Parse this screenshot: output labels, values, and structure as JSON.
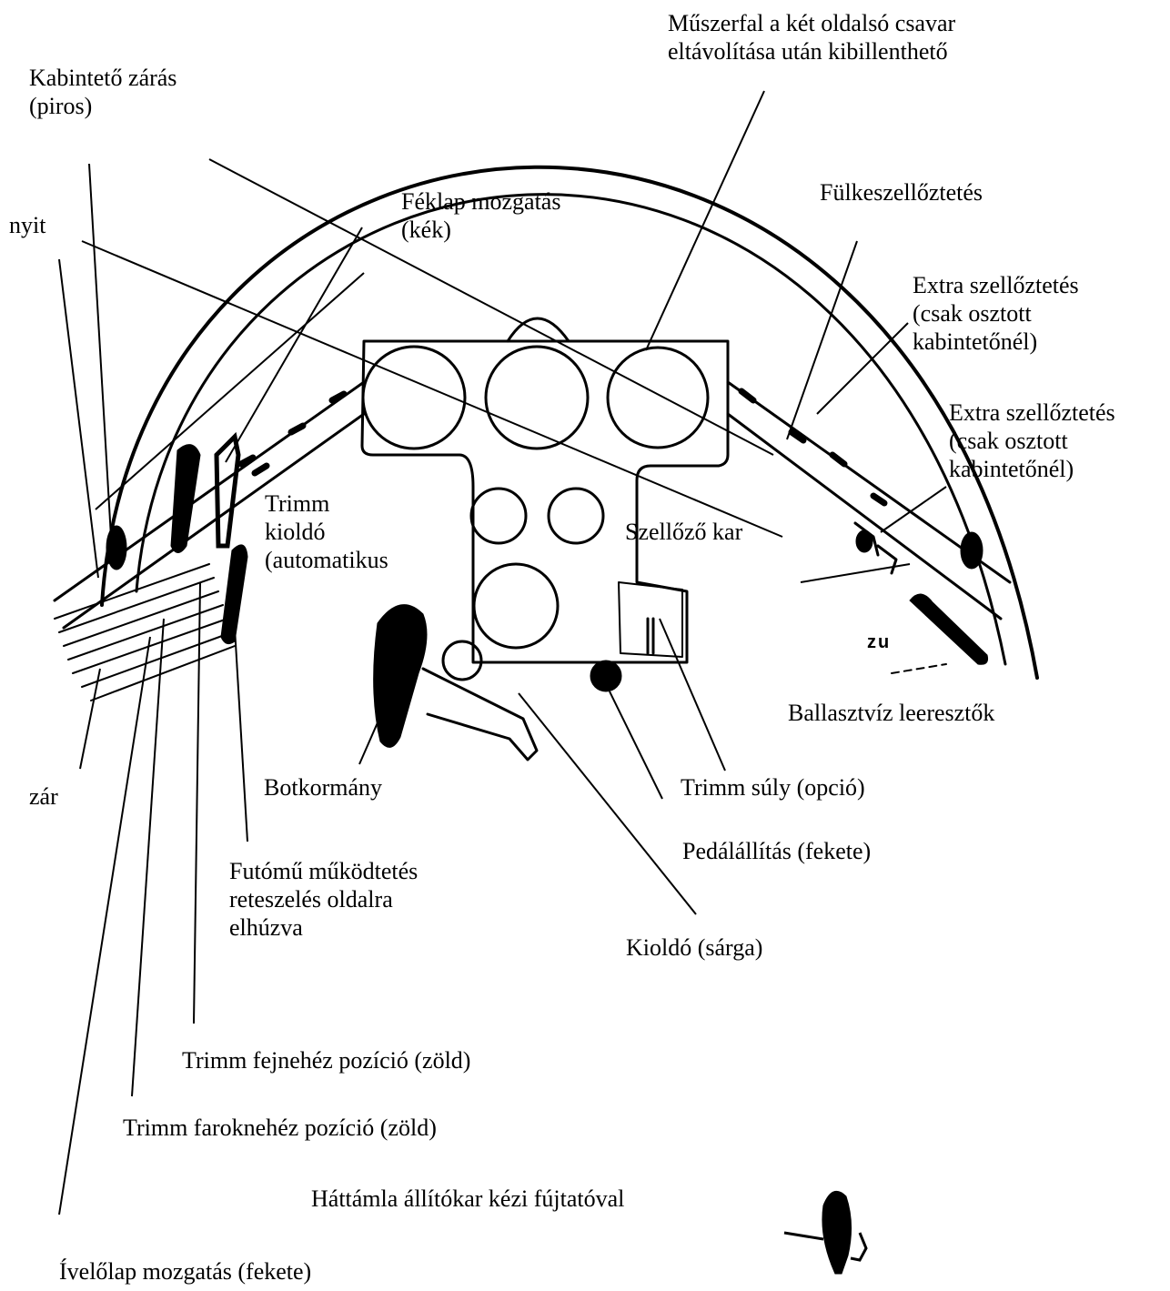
{
  "labels": {
    "panel_tilt": [
      "Műszerfal a két oldalsó csavar",
      "eltávolítása után kibillenthető"
    ],
    "canopy_lock": [
      "Kabintető zárás",
      "(piros)"
    ],
    "open": "nyit",
    "airbrake": [
      "Féklap mozgatás",
      "(kék)"
    ],
    "cabin_vent": "Fülkeszellőztetés",
    "extra_vent_1": [
      "Extra szellőztetés",
      "(csak osztott",
      "kabintetőnél)"
    ],
    "extra_vent_2": [
      "Extra szellőztetés",
      "(csak osztott",
      "kabintetőnél)"
    ],
    "trim_release": [
      "Trimm",
      "kioldó",
      "(automatikus"
    ],
    "vent_lever": "Szellőző kar",
    "ballast_drain": "Ballasztvíz leeresztők",
    "close": "zár",
    "stick": "Botkormány",
    "trim_weight": "Trimm súly (opció)",
    "pedal_adjust": "Pedálállítás (fekete)",
    "gear": [
      "Futómű működtetés",
      "reteszelés oldalra",
      "elhúzva"
    ],
    "release_knob": "Kioldó (sárga)",
    "trim_nose": "Trimm fejnehéz pozíció (zöld)",
    "trim_tail": "Trimm faroknehéz pozíció (zöld)",
    "backrest": "Háttámla állítókar kézi fújtatóval",
    "flap": "Ívelőlap mozgatás (fekete)",
    "zu_mark": "zu"
  },
  "colors": {
    "ink": "#000000",
    "background": "#ffffff"
  }
}
